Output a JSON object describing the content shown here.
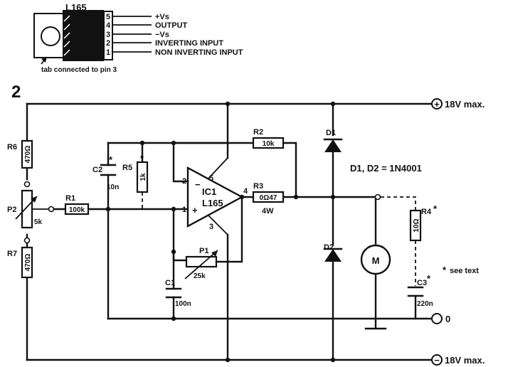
{
  "figure_number": "2",
  "pinout": {
    "chip_label": "L165",
    "pins": [
      "5",
      "4",
      "3",
      "2",
      "1"
    ],
    "pin_functions": [
      "+Vs",
      "OUTPUT",
      "−Vs",
      "INVERTING INPUT",
      "NON INVERTING INPUT"
    ],
    "tab_note": "tab connected to pin 3"
  },
  "supply": {
    "positive": "18V max.",
    "negative": "18V max.",
    "ground": "0",
    "plus_sign": "+",
    "minus_sign": "−"
  },
  "opamp": {
    "name": "IC1",
    "type": "L165",
    "pin_inv": "2",
    "pin_noninv": "1",
    "pin_out": "4",
    "pin_vpos": "5",
    "pin_vneg": "3",
    "minus_sign": "−",
    "plus_sign": "+"
  },
  "components": {
    "R6": {
      "name": "R6",
      "value": "470Ω"
    },
    "R7": {
      "name": "R7",
      "value": "470Ω"
    },
    "P2": {
      "name": "P2",
      "value": "5k"
    },
    "R1": {
      "name": "R1",
      "value": "100k"
    },
    "C2": {
      "name": "C2",
      "value": "10n",
      "star": "*"
    },
    "R5": {
      "name": "R5",
      "value": "1k",
      "star": "*"
    },
    "R2": {
      "name": "R2",
      "value": "10k"
    },
    "R3": {
      "name": "R3",
      "value": "0Ω47",
      "power": "4W"
    },
    "P1": {
      "name": "P1",
      "value": "25k"
    },
    "C1": {
      "name": "C1",
      "value": "100n"
    },
    "D1": {
      "name": "D1"
    },
    "D2": {
      "name": "D2"
    },
    "R4": {
      "name": "R4",
      "value": "10Ω",
      "star": "*"
    },
    "C3": {
      "name": "C3",
      "value": "220n",
      "star": "*"
    },
    "M": {
      "label": "M"
    }
  },
  "notes": {
    "diodes": "D1, D2 = 1N4001",
    "see_text": "see text",
    "see_text_star": "*"
  },
  "colors": {
    "ink": "#111111",
    "paper": "#ffffff"
  }
}
